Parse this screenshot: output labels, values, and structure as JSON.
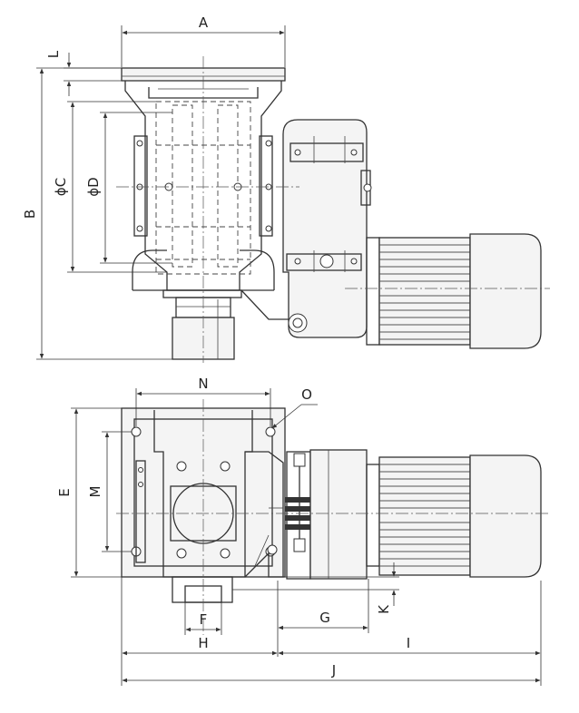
{
  "dimension_labels": {
    "A": "A",
    "B": "B",
    "C": "ϕC",
    "D": "ϕD",
    "E": "E",
    "F": "F",
    "G": "G",
    "H": "H",
    "I": "I",
    "J": "J",
    "K": "K",
    "L": "L",
    "M": "M",
    "N": "N",
    "O": "O"
  },
  "colors": {
    "line": "#333333",
    "background": "#ffffff"
  }
}
